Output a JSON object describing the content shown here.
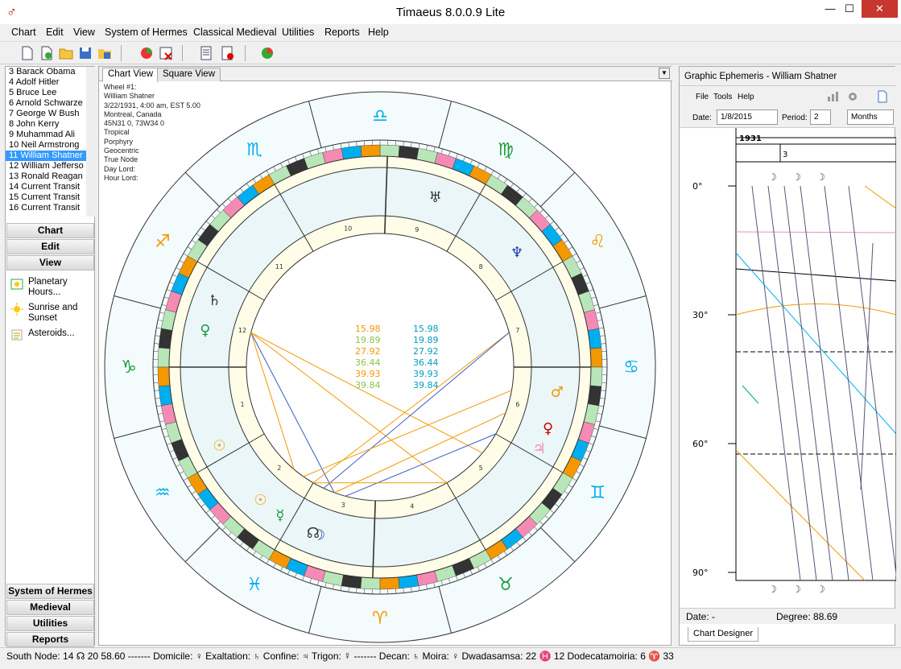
{
  "window": {
    "title": "Timaeus 8.0.0.9 Lite",
    "app_glyph": "♂",
    "min": "—",
    "max": "☐",
    "close": "✕"
  },
  "menu": [
    "Chart",
    "Edit",
    "View",
    "System of Hermes",
    "Classical Medieval",
    "Utilities",
    "Reports",
    "Help"
  ],
  "chart_list": [
    "3 Barack Obama",
    "4 Adolf Hitler",
    "5 Bruce Lee",
    "6 Arnold Schwarze",
    "7 George W Bush",
    "8 John Kerry",
    "9 Muhammad Ali",
    "10 Neil Armstrong",
    "11 William Shatner",
    "12 William Jefferso",
    "13 Ronald Reagan",
    "14 Current Transit",
    "15 Current Transit",
    "16 Current Transit"
  ],
  "selected_chart_index": 8,
  "sections_top": [
    "Chart",
    "Edit",
    "View"
  ],
  "view_items": [
    "Planetary Hours...",
    "Sunrise and Sunset",
    "Asteroids..."
  ],
  "sections_bottom": [
    "System of Hermes",
    "Medieval",
    "Utilities",
    "Reports"
  ],
  "tabs": [
    "Chart View",
    "Square View"
  ],
  "wheel_info": [
    "Wheel #1:",
    "William Shatner",
    "3/22/1931, 4:00 am, EST 5.00",
    "Montreal, Canada",
    "45N31 0, 73W34 0",
    "Tropical",
    "Porphyry",
    "Geocentric",
    "True Node",
    "Day Lord:",
    "Hour Lord:"
  ],
  "aspect_table": {
    "left": [
      "15.98",
      "19.89",
      "27.92",
      "36.44",
      "39.93",
      "39.84"
    ],
    "right": [
      "15.98",
      "19.89",
      "27.92",
      "36.44",
      "39.93",
      "39.84"
    ]
  },
  "house_numbers": [
    "1",
    "2",
    "3",
    "4",
    "5",
    "6",
    "7",
    "8",
    "9",
    "10",
    "11",
    "12"
  ],
  "colors": {
    "selection": "#3399ff",
    "orange": "#f39800",
    "cyan": "#00aeef",
    "pink": "#f58bb5",
    "green": "#b8e6b8",
    "black": "#333333",
    "wheel_fill": "#fffde8"
  },
  "ephemeris": {
    "title": "Graphic Ephemeris - William Shatner",
    "menu": [
      "File",
      "Tools",
      "Help"
    ],
    "date_label": "Date:",
    "date_value": "1/8/2015",
    "period_label": "Period:",
    "period_value": "2",
    "period_unit": "Months",
    "year": "1931",
    "month": "3",
    "y_ticks": [
      "0°",
      "30°",
      "60°",
      "90°"
    ],
    "status_date": "Date: -",
    "status_degree": "Degree: 88.69",
    "footer_tab": "Chart Designer"
  },
  "status_bar": "South Node: 14 ☊ 20 58.60 ------- Domicile: ♀ Exaltation: ♄ Confine: ♃ Trigon: ☿ ------- Decan: ♄ Moira: ♀ Dwadasamsa: 22 ♓ 12 Dodecatamoiria: 6 ♈ 33"
}
